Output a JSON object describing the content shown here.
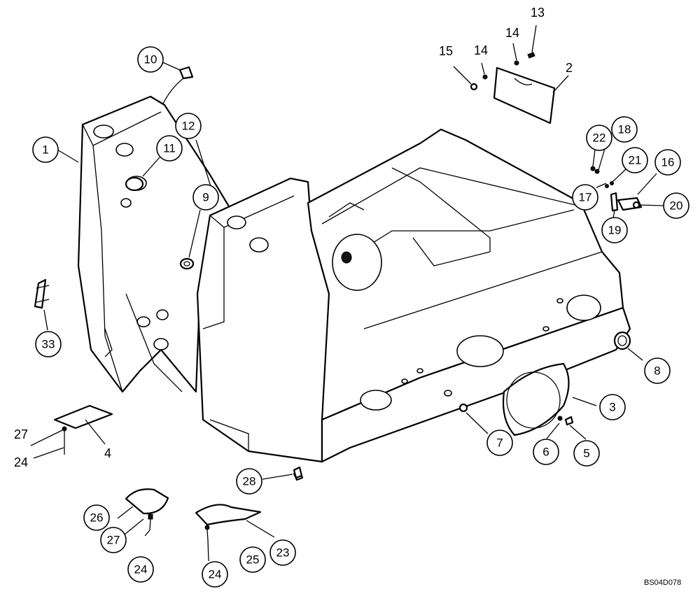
{
  "diagram": {
    "drawing_code": "BS04D078",
    "callouts": [
      {
        "id": "c1",
        "label": "1"
      },
      {
        "id": "c2",
        "label": "2"
      },
      {
        "id": "c3",
        "label": "3"
      },
      {
        "id": "c4",
        "label": "4"
      },
      {
        "id": "c5",
        "label": "5"
      },
      {
        "id": "c6",
        "label": "6"
      },
      {
        "id": "c7",
        "label": "7"
      },
      {
        "id": "c8",
        "label": "8"
      },
      {
        "id": "c9",
        "label": "9"
      },
      {
        "id": "c10",
        "label": "10"
      },
      {
        "id": "c11",
        "label": "11"
      },
      {
        "id": "c12",
        "label": "12"
      },
      {
        "id": "c13",
        "label": "13"
      },
      {
        "id": "c14a",
        "label": "14"
      },
      {
        "id": "c14b",
        "label": "14"
      },
      {
        "id": "c15",
        "label": "15"
      },
      {
        "id": "c16",
        "label": "16"
      },
      {
        "id": "c17",
        "label": "17"
      },
      {
        "id": "c18",
        "label": "18"
      },
      {
        "id": "c19",
        "label": "19"
      },
      {
        "id": "c20",
        "label": "20"
      },
      {
        "id": "c21",
        "label": "21"
      },
      {
        "id": "c22",
        "label": "22"
      },
      {
        "id": "c23",
        "label": "23"
      },
      {
        "id": "c24a",
        "label": "24"
      },
      {
        "id": "c24b",
        "label": "24"
      },
      {
        "id": "c24c",
        "label": "24"
      },
      {
        "id": "c25",
        "label": "25"
      },
      {
        "id": "c26",
        "label": "26"
      },
      {
        "id": "c27a",
        "label": "27"
      },
      {
        "id": "c27b",
        "label": "27"
      },
      {
        "id": "c28",
        "label": "28"
      },
      {
        "id": "c33",
        "label": "33"
      }
    ]
  }
}
